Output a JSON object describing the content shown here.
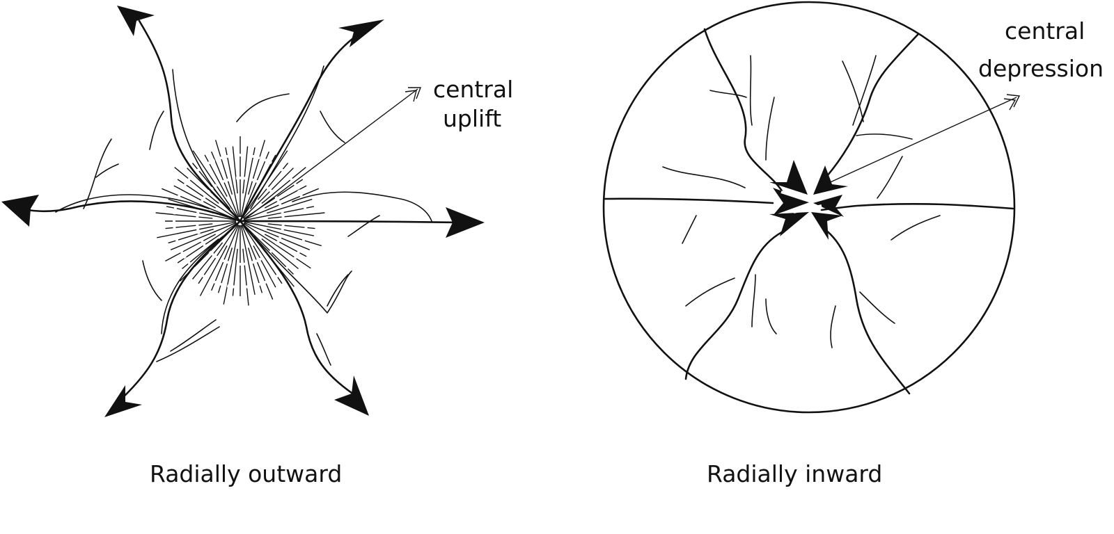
{
  "panels": {
    "outward": {
      "caption": "Radially outward",
      "callout_line1": "central",
      "callout_line2": "uplift"
    },
    "inward": {
      "caption": "Radially inward",
      "callout_line1": "central",
      "callout_line2": "depression"
    }
  },
  "colors": {
    "ink": "#111111",
    "background": "#ffffff"
  }
}
